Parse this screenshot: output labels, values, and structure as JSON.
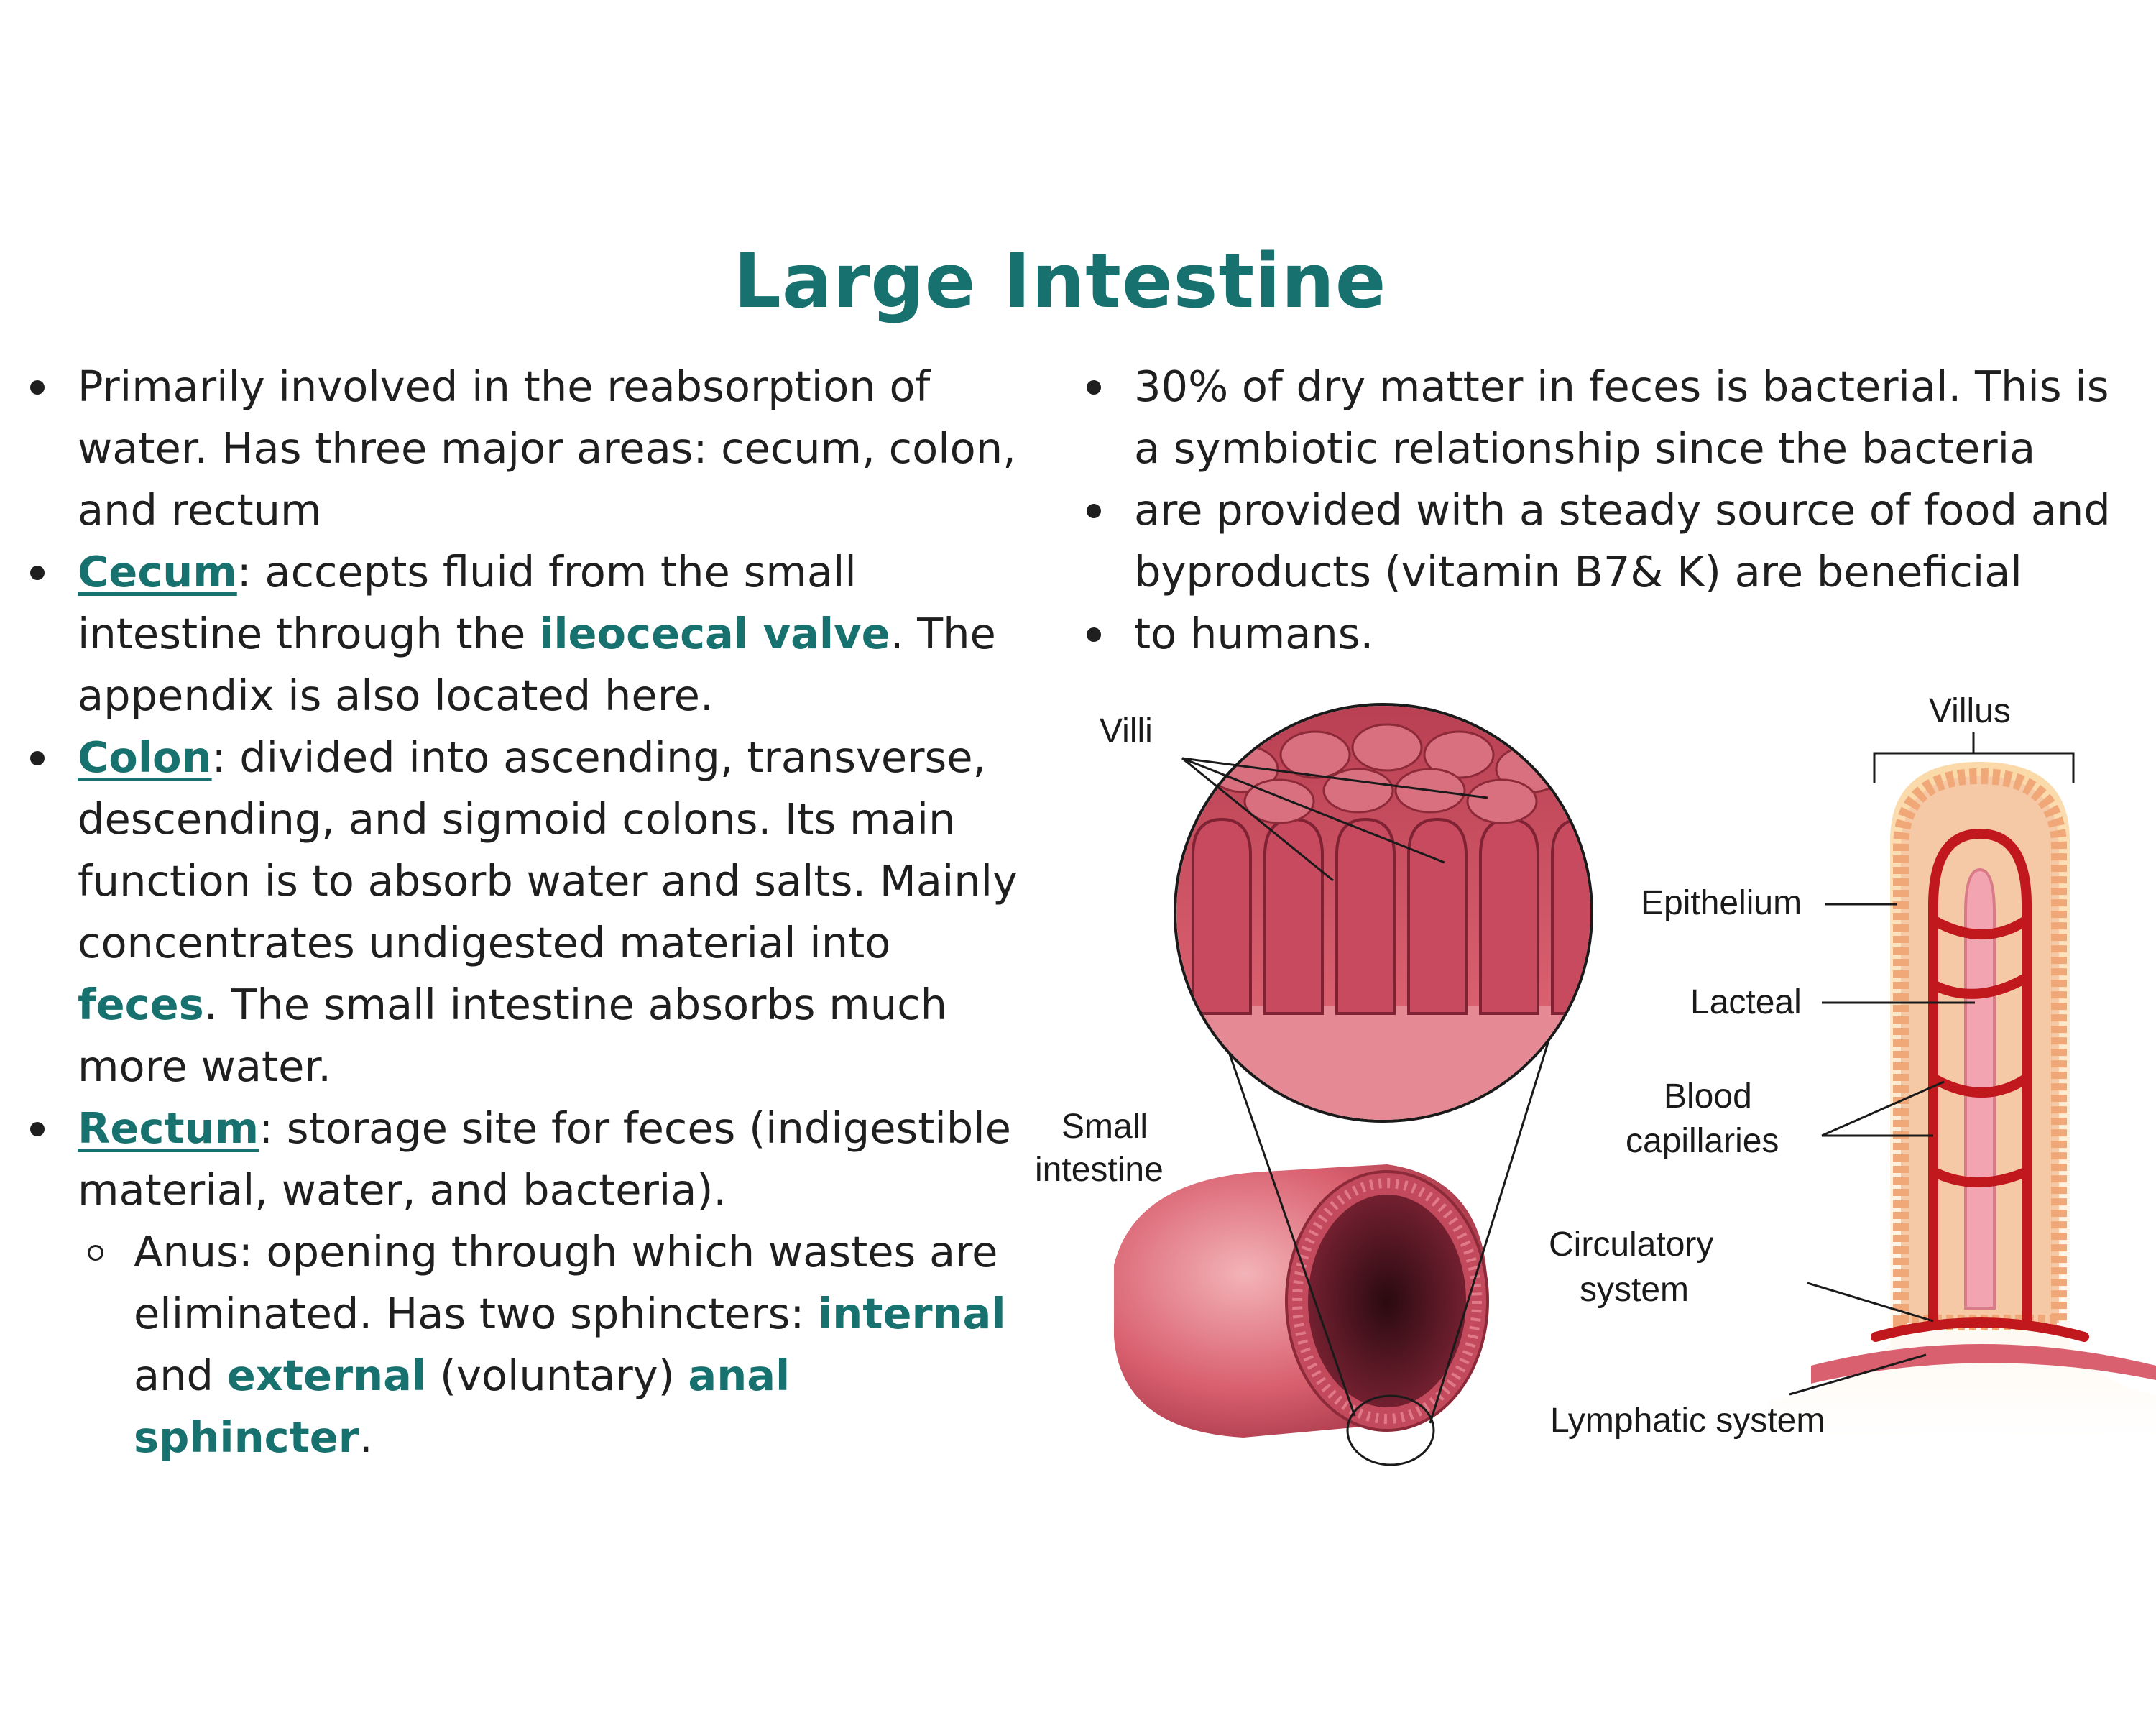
{
  "title": "Large Intestine",
  "left_bullets": {
    "b1": "Primarily involved in the reabsorption of water. Has three major areas: cecum, colon, and rectum",
    "b2": {
      "term": "Cecum",
      "text1": ": accepts fluid from the small intestine through the ",
      "hl": "ileocecal valve",
      "text2": ". The appendix is also located here."
    },
    "b3": {
      "term": "Colon",
      "text1": ": divided into ascending, transverse, descending, and sigmoid colons. Its main function is to absorb water and salts. Mainly concentrates undigested material into ",
      "hl": "feces",
      "text2": ". The small intestine absorbs much more water."
    },
    "b4": {
      "term": "Rectum",
      "text1": ": storage site for feces (indigestible material, water, and bacteria)."
    },
    "sub1": {
      "text1": "Anus: opening through which wastes are eliminated. Has two sphincters: ",
      "hl1": "internal",
      "text2": " and ",
      "hl2": "external",
      "text3": " (voluntary) ",
      "hl3": "anal sphincter",
      "text4": "."
    }
  },
  "right_bullets": [
    "30% of dry matter in feces is bacterial. This is a symbiotic relationship since the bacteria",
    "are provided with a steady source of food and byproducts (vitamin B7& K) are beneficial",
    "to humans."
  ],
  "diagram": {
    "labels": {
      "villi": "Villi",
      "villus": "Villus",
      "small_intestine_1": "Small",
      "small_intestine_2": "intestine",
      "epithelium": "Epithelium",
      "lacteal": "Lacteal",
      "blood_1": "Blood",
      "blood_2": "capillaries",
      "circulatory_1": "Circulatory",
      "circulatory_2": "system",
      "lymphatic": "Lymphatic system"
    },
    "colors": {
      "tissue_pink": "#d9606f",
      "tissue_dark": "#8c2a3a",
      "vessel_red": "#c0181c",
      "villus_fill": "#f6c9a6",
      "epithelium": "#f0a878"
    }
  }
}
